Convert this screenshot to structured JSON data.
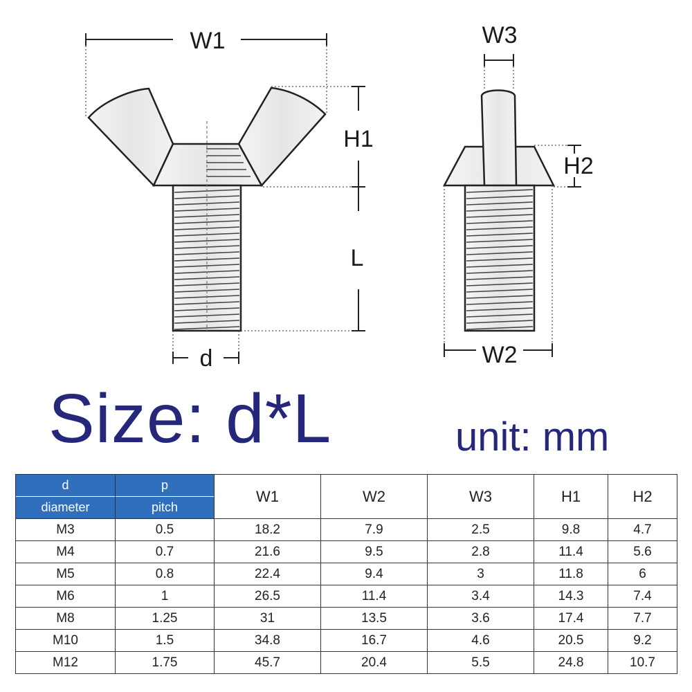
{
  "labels": {
    "w1": "W1",
    "w2": "W2",
    "w3": "W3",
    "h1": "H1",
    "h2": "H2",
    "l": "L",
    "d": "d"
  },
  "title": "Size: d*L",
  "unit": "unit: mm",
  "table": {
    "headers": {
      "d": "d",
      "diameter": "diameter",
      "p": "p",
      "pitch": "pitch",
      "w1": "W1",
      "w2": "W2",
      "w3": "W3",
      "h1": "H1",
      "h2": "H2"
    },
    "rows": [
      [
        "M3",
        "0.5",
        "18.2",
        "7.9",
        "2.5",
        "9.8",
        "4.7"
      ],
      [
        "M4",
        "0.7",
        "21.6",
        "9.5",
        "2.8",
        "11.4",
        "5.6"
      ],
      [
        "M5",
        "0.8",
        "22.4",
        "9.4",
        "3",
        "11.8",
        "6"
      ],
      [
        "M6",
        "1",
        "26.5",
        "11.4",
        "3.4",
        "14.3",
        "7.4"
      ],
      [
        "M8",
        "1.25",
        "31",
        "13.5",
        "3.6",
        "17.4",
        "7.7"
      ],
      [
        "M10",
        "1.5",
        "34.8",
        "16.7",
        "4.6",
        "20.5",
        "9.2"
      ],
      [
        "M12",
        "1.75",
        "45.7",
        "20.4",
        "5.5",
        "24.8",
        "10.7"
      ]
    ]
  },
  "colors": {
    "title": "#25287a",
    "header_blue": "#2f6fbc"
  }
}
